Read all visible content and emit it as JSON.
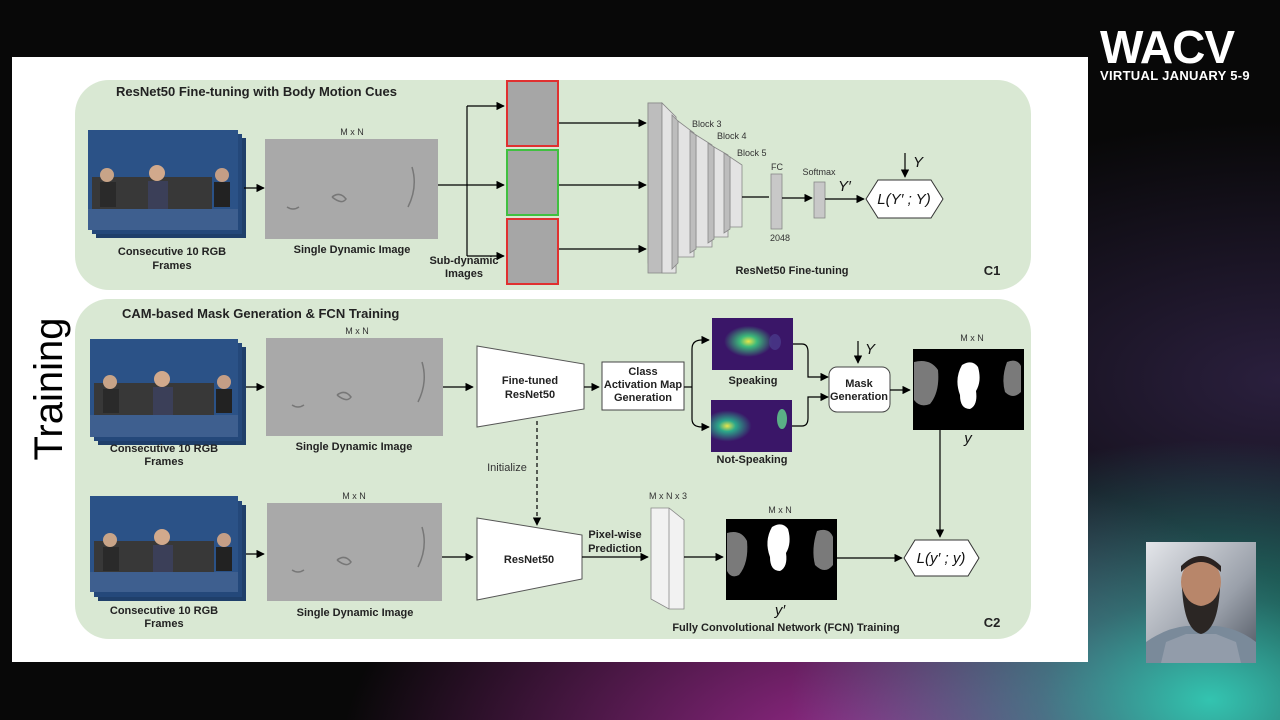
{
  "logo": {
    "title": "WACV",
    "subtitle": "VIRTUAL JANUARY 5-9"
  },
  "slide": {
    "side_label": "Training",
    "c1": {
      "title": "ResNet50 Fine-tuning with Body Motion Cues",
      "tag": "C1",
      "frames_label_1": "Consecutive 10 RGB",
      "frames_label_2": "Frames",
      "dyn_dims": "M x N",
      "dyn_label": "Single Dynamic Image",
      "sub_label_1": "Sub-dynamic",
      "sub_label_2": "Images",
      "block3": "Block 3",
      "block4": "Block 4",
      "block5": "Block 5",
      "fc": "FC",
      "fc_dim": "2048",
      "softmax": "Softmax",
      "y_true": "Y",
      "y_pred": "Y′",
      "loss": "L(Y′ ; Y)",
      "caption": "ResNet50 Fine-tuning"
    },
    "c2": {
      "title": "CAM-based Mask Generation & FCN Training",
      "tag": "C2",
      "frames_label_1": "Consecutive 10 RGB",
      "frames_label_2": "Frames",
      "dyn_dims": "M x N",
      "dyn_label": "Single Dynamic Image",
      "finetuned_1": "Fine-tuned",
      "finetuned_2": "ResNet50",
      "cam_1": "Class",
      "cam_2": "Activation Map",
      "cam_3": "Generation",
      "speaking": "Speaking",
      "not_speaking": "Not-Speaking",
      "y_true": "Y",
      "mask_1": "Mask",
      "mask_2": "Generation",
      "mask_dims": "M x N",
      "mask_y": "y",
      "initialize": "Initialize",
      "resnet": "ResNet50",
      "fcn_dims": "M x N x 3",
      "pixel_1": "Pixel-wise",
      "pixel_2": "Prediction",
      "pred_dims": "M x N",
      "pred_y": "y′",
      "loss": "L(y′ ; y)",
      "caption": "Fully Convolutional Network (FCN) Training"
    }
  }
}
